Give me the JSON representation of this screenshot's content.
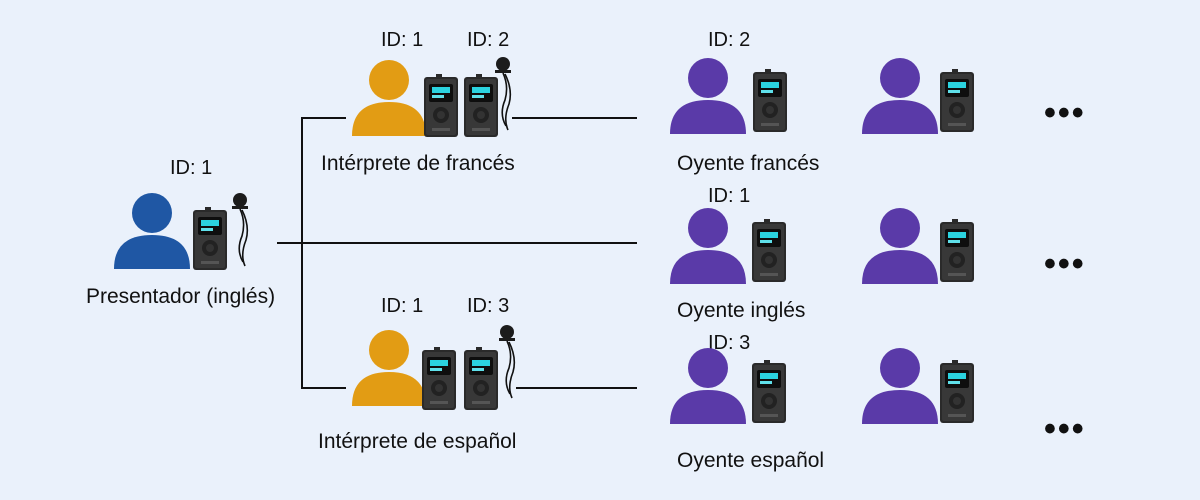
{
  "colors": {
    "presenter": "#1f57a4",
    "interpreter": "#e29c14",
    "listener": "#5a3aa8",
    "background": "#eaf1fb",
    "device": "#2a2a2a",
    "line": "#111111"
  },
  "presenter": {
    "id_label": "ID: 1",
    "label": "Presentador (inglés)"
  },
  "interpreters": [
    {
      "id_rx": "ID: 1",
      "id_tx": "ID: 2",
      "label": "Intérprete de francés"
    },
    {
      "id_rx": "ID: 1",
      "id_tx": "ID: 3",
      "label": "Intérprete de español"
    }
  ],
  "listener_groups": [
    {
      "id_label": "ID: 2",
      "label": "Oyente francés",
      "more": "•••"
    },
    {
      "id_label": "ID: 1",
      "label": "Oyente inglés",
      "more": "•••"
    },
    {
      "id_label": "ID: 3",
      "label": "Oyente español",
      "more": "•••"
    }
  ],
  "icons": [
    "person-icon",
    "transmitter-device-icon",
    "receiver-device-icon",
    "lapel-microphone-icon"
  ]
}
